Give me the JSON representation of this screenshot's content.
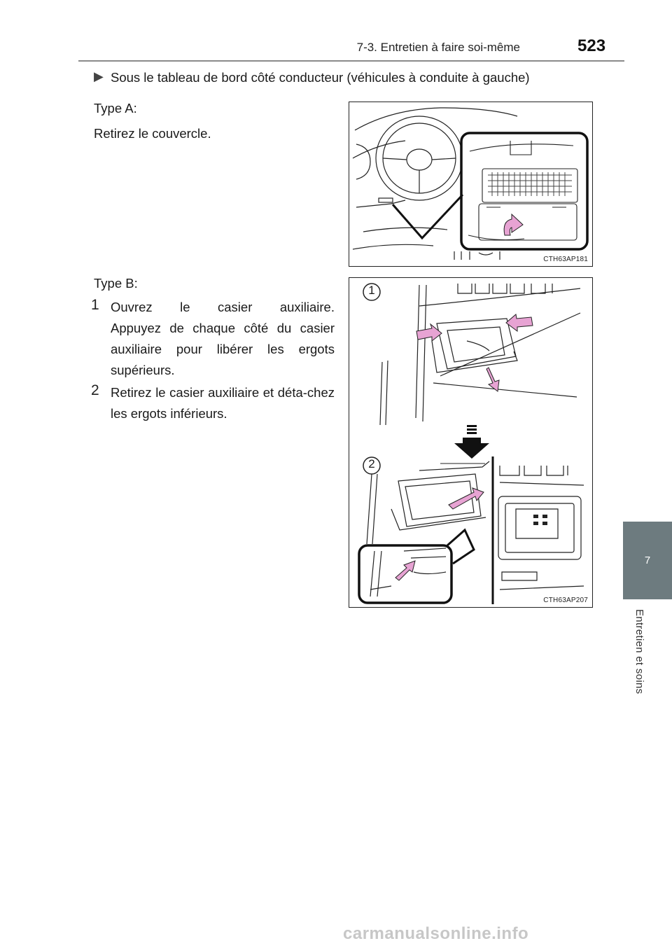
{
  "header": {
    "section_title": "7-3. Entretien à faire soi-même",
    "page_number": "523"
  },
  "side_tab": {
    "chapter_number": "7",
    "chapter_label": "Entretien et soins"
  },
  "content": {
    "bullet_heading": "Sous le tableau de bord côté conducteur (véhicules à conduite à gauche)",
    "type_a_label": "Type A:",
    "type_a_text": "Retirez le couvercle.",
    "type_b_label": "Type B:",
    "steps": [
      {
        "number": "1",
        "line1": "Ouvrez le casier auxiliaire.",
        "line2": "Appuyez de chaque côté du casier auxiliaire pour libérer les ergots supérieurs."
      },
      {
        "number": "2",
        "text": "Retirez le casier auxiliaire et déta-chez les ergots inférieurs."
      }
    ]
  },
  "figures": {
    "figure_a": {
      "code": "CTH63AP181"
    },
    "figure_b": {
      "code": "CTH63AP207",
      "step_label_1": "1",
      "step_label_2": "2"
    }
  },
  "watermark": "carmanualsonline.info",
  "colors": {
    "arrow_pink": "#e7a3d3",
    "tab_gray": "#6d7b7f",
    "rule_gray": "#8a8a8a"
  }
}
